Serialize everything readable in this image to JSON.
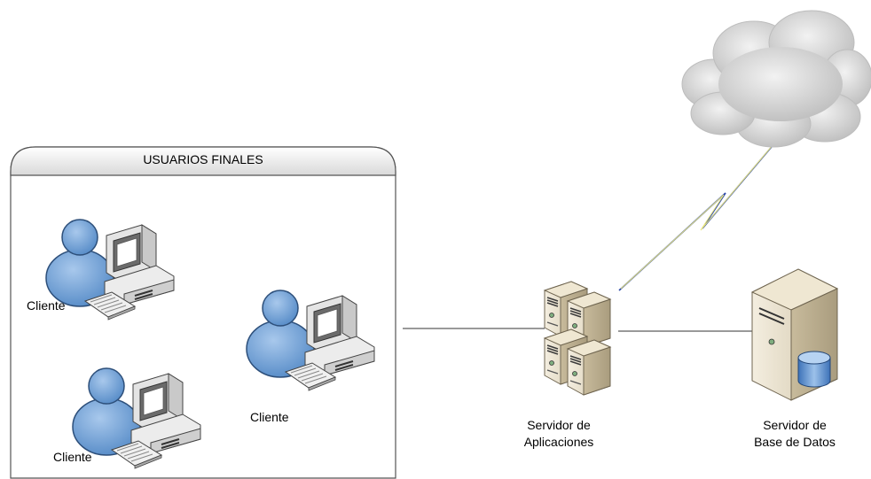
{
  "group": {
    "title": "USUARIOS FINALES"
  },
  "clients": [
    {
      "label": "Cliente"
    },
    {
      "label": "Cliente"
    },
    {
      "label": "Cliente"
    }
  ],
  "app_server": {
    "line1": "Servidor de",
    "line2": "Aplicaciones"
  },
  "db_server": {
    "line1": "Servidor de",
    "line2": "Base de Datos"
  },
  "icons": [
    "user-icon",
    "desktop-computer-icon",
    "server-rack-icon",
    "database-server-icon",
    "cloud-icon",
    "lightning-link-icon"
  ],
  "colors": {
    "user_blue": "#6a9bd1",
    "server_beige": "#e6dcc4",
    "cloud_gray": "#d6d6d6",
    "group_border": "#555555"
  }
}
